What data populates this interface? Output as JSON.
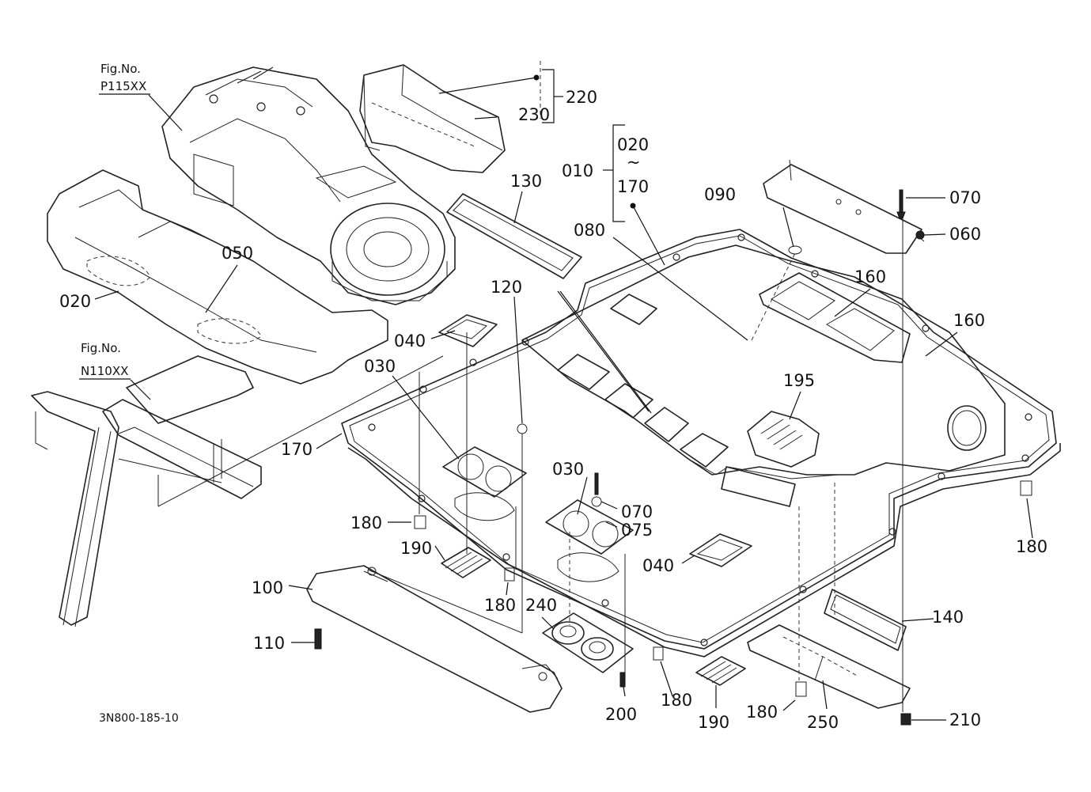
{
  "diagram": {
    "document_code": "3N800-185-10",
    "figure_references": [
      {
        "line1": "Fig.No.",
        "line2": "P115XX"
      },
      {
        "line1": "Fig.No.",
        "line2": "N110XX"
      }
    ],
    "group_labels": {
      "assembly_010": "010",
      "range_start": "020",
      "range_tilde": "~",
      "range_end": "170",
      "assembly_220": "220"
    },
    "part_labels": [
      "230",
      "130",
      "070",
      "090",
      "060",
      "080",
      "050",
      "160",
      "020",
      "120",
      "160",
      "040",
      "030",
      "195",
      "170",
      "030",
      "070",
      "075",
      "180",
      "180",
      "190",
      "040",
      "100",
      "180",
      "240",
      "140",
      "110",
      "180",
      "190",
      "180",
      "250",
      "210",
      "200"
    ]
  }
}
